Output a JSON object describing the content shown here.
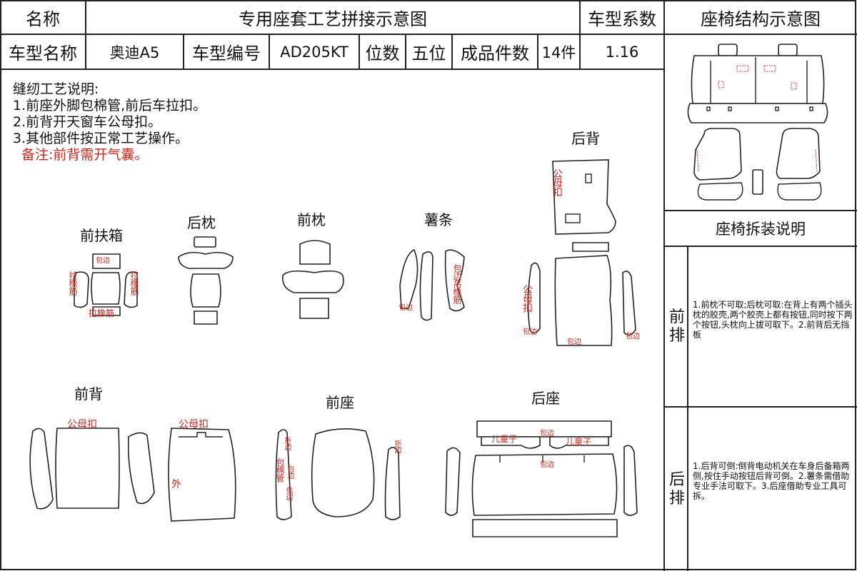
{
  "header": {
    "name_label": "名称",
    "title": "专用座套工艺拼接示意图",
    "coef_label": "车型系数",
    "seat_struct_title": "座椅结构示意图",
    "model_name_label": "车型名称",
    "model_name_value": "奥迪A5",
    "model_no_label": "车型编号",
    "model_no_value": "AD205KT",
    "seats_label": "位数",
    "seats_value": "五位",
    "pieces_label": "成品件数",
    "pieces_value": "14件",
    "coef_value": "1.16"
  },
  "sewing_notes": {
    "title": "缝纫工艺说明:",
    "items": [
      "1.前座外脚包棉管,前后车拉扣。",
      "2.前背开天窗车公母扣。",
      "3.其他部件按正常工艺操作。"
    ],
    "remark": "备注:前背需开气囊。"
  },
  "parts": {
    "front_armrest": "前扶箱",
    "rear_headrest": "后枕",
    "front_headrest": "前枕",
    "strip": "薯条",
    "rear_back": "后背",
    "front_back": "前背",
    "front_seat": "前座",
    "rear_seat": "后座"
  },
  "annotations": {
    "binding": "包边",
    "elastic": "拉橡筋",
    "snap": "公母扣",
    "hang_elastic": "包边吊橡筋",
    "outer": "外",
    "fold": "折边",
    "wrap_tube": "包棉管",
    "child_seat": "儿童子"
  },
  "disassembly": {
    "title": "座椅拆装说明",
    "front_row": "前排",
    "front_text": "1.前枕不可取;后枕可取:在背上有两个插头枕的胶壳,两个胶壳上都有按钮,同时按下两个按钮,头枕向上拔可取下。2.前背后无挡板",
    "rear_row": "后排",
    "rear_text": "1.后背可倒:倒背电动机关在车身后备箱两侧,按住手动按钮后背可倒。2.薯条需借助专业手法可取下。3.后座借助专业工具可拆。"
  }
}
